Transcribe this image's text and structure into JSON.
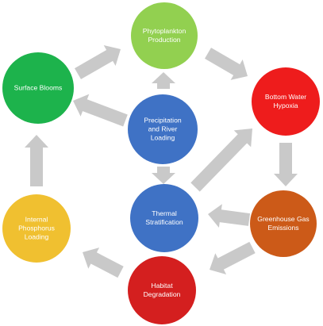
{
  "diagram": {
    "colors": {
      "arrow": "#c9c9c9",
      "green_light": "#92d050",
      "green": "#1db34c",
      "red": "#ee1c1c",
      "orange": "#cc5a18",
      "yellow": "#f0c030",
      "blue": "#3f72c5",
      "dark_red": "#d41f1f"
    },
    "nodes": {
      "phytoplankton": {
        "lines": [
          "Phytoplankton",
          "Production"
        ],
        "color": "#92d050"
      },
      "surface_blooms": {
        "lines": [
          "Surface Blooms"
        ],
        "color": "#1db34c"
      },
      "bottom_hypoxia": {
        "lines": [
          "Bottom Water",
          "Hypoxia"
        ],
        "color": "#ee1c1c"
      },
      "precipitation": {
        "lines": [
          "Precipitation",
          "and River",
          "Loading"
        ],
        "color": "#3f72c5"
      },
      "thermal": {
        "lines": [
          "Thermal",
          "Stratification"
        ],
        "color": "#3f72c5"
      },
      "greenhouse": {
        "lines": [
          "Greenhouse Gas",
          "Emissions"
        ],
        "color": "#cc5a18"
      },
      "internal_p": {
        "lines": [
          "Internal",
          "Phosphorus",
          "Loading"
        ],
        "color": "#f0c030"
      },
      "habitat": {
        "lines": [
          "Habitat",
          "Degradation"
        ],
        "color": "#d41f1f"
      }
    }
  }
}
